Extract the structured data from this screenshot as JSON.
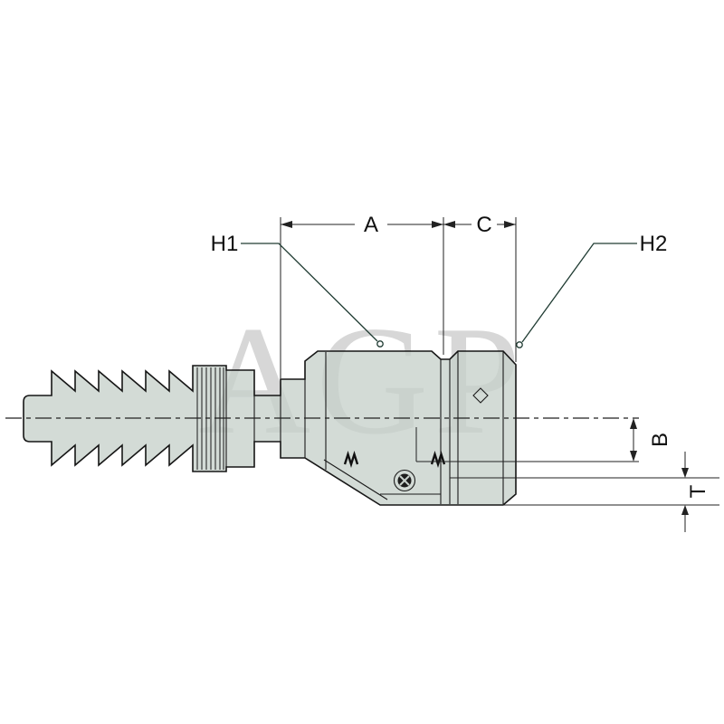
{
  "page": {
    "background": "#ffffff"
  },
  "watermark": {
    "text": "AGP",
    "color": "#d7d7d7"
  },
  "drawing": {
    "subject": "hydraulic-hose-fitting-with-swivel-nut-section-view",
    "body_fill": "#c7d1ca",
    "line_color": "#1a1a1a",
    "leader_color": "#203c33",
    "centerline_style": "dash-dot"
  },
  "dimensions": {
    "a_label": "A",
    "c_label": "C",
    "h1_label": "H1",
    "h2_label": "H2",
    "b_label": "B",
    "t_label": "T"
  }
}
